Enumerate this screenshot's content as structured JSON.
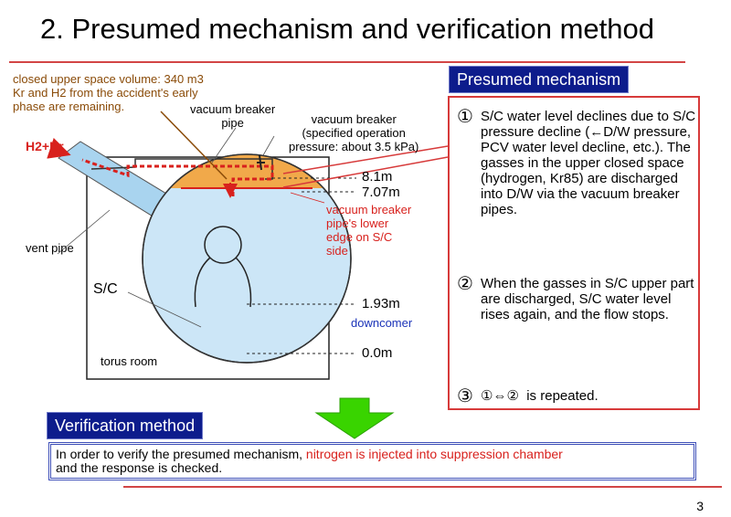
{
  "title": "2. Presumed mechanism and verification method",
  "diagram": {
    "note_lines": [
      "closed upper space volume: 340 m3",
      "Kr and H2 from the accident's early",
      "phase are remaining."
    ],
    "gas_label": "H2+Kr",
    "vacuum_breaker_pipe": [
      "vacuum breaker",
      "pipe"
    ],
    "vacuum_breaker": [
      "vacuum breaker",
      "(specified operation",
      "pressure: about 3.5 kPa)"
    ],
    "lower_edge": [
      "vacuum breaker",
      "pipe's lower",
      "edge on S/C",
      "side"
    ],
    "vent_pipe": "vent pipe",
    "sc": "S/C",
    "downcomer": "downcomer",
    "torus_room": "torus room",
    "levels": [
      "8.1m",
      "7.07m",
      "1.93m",
      "0.0m"
    ],
    "colors": {
      "water": "#cce6f7",
      "gas": "#f1a94a",
      "arrow_red": "#d8211d",
      "pipe_blue": "#a9d4ef"
    }
  },
  "mechanism": {
    "header": "Presumed mechanism",
    "steps": [
      {
        "num": "①",
        "text": "S/C water level declines due to S/C pressure decline (←D/W pressure, PCV water level decline, etc.). The gasses in the upper closed space (hydrogen, Kr85) are discharged into D/W via the vacuum breaker pipes."
      },
      {
        "num": "②",
        "text": "When the gasses in S/C upper part are discharged, S/C water level rises again, and the flow stops."
      },
      {
        "num": "③",
        "text": "①⇔②  is repeated."
      }
    ]
  },
  "verification": {
    "header": "Verification method",
    "text_before": "In order to verify the presumed mechanism, ",
    "text_red": "nitrogen is injected into suppression chamber",
    "text_after": "and the response is checked."
  },
  "page_number": "3"
}
